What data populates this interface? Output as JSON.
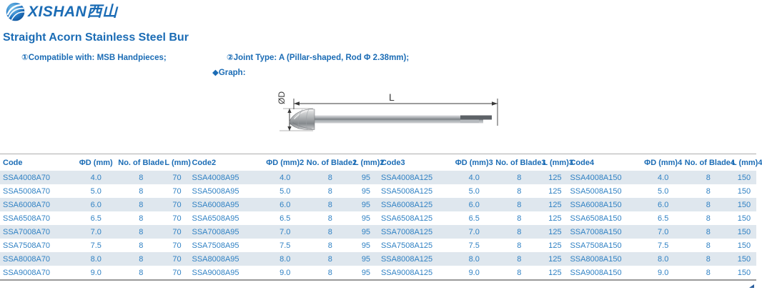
{
  "logo": {
    "text": "XISHAN西山",
    "icon": "globe-swoosh-icon"
  },
  "title": "Straight Acorn Stainless Steel Bur",
  "notes": {
    "compatible": "①Compatible with: MSB Handpieces;",
    "joint": "②Joint Type: A (Pillar-shaped, Rod Φ 2.38mm);",
    "graph": "◆Graph:"
  },
  "diagram": {
    "diameter_label": "ØD",
    "length_label": "L"
  },
  "table": {
    "headers": [
      "Code",
      "ΦD (mm)",
      "No. of Blade",
      "L (mm)",
      "Code2",
      "ΦD (mm)2",
      "No. of Blade2",
      "L (mm)2",
      "Code3",
      "ΦD (mm)3",
      "No. of Blade3",
      "L (mm)3",
      "Code4",
      "ΦD (mm)4",
      "No. of Blade4",
      "L (mm)4"
    ],
    "rows": [
      [
        "SSA4008A70",
        "4.0",
        "8",
        "70",
        "SSA4008A95",
        "4.0",
        "8",
        "95",
        "SSA4008A125",
        "4.0",
        "8",
        "125",
        "SSA4008A150",
        "4.0",
        "8",
        "150"
      ],
      [
        "SSA5008A70",
        "5.0",
        "8",
        "70",
        "SSA5008A95",
        "5.0",
        "8",
        "95",
        "SSA5008A125",
        "5.0",
        "8",
        "125",
        "SSA5008A150",
        "5.0",
        "8",
        "150"
      ],
      [
        "SSA6008A70",
        "6.0",
        "8",
        "70",
        "SSA6008A95",
        "6.0",
        "8",
        "95",
        "SSA6008A125",
        "6.0",
        "8",
        "125",
        "SSA6008A150",
        "6.0",
        "8",
        "150"
      ],
      [
        "SSA6508A70",
        "6.5",
        "8",
        "70",
        "SSA6508A95",
        "6.5",
        "8",
        "95",
        "SSA6508A125",
        "6.5",
        "8",
        "125",
        "SSA6508A150",
        "6.5",
        "8",
        "150"
      ],
      [
        "SSA7008A70",
        "7.0",
        "8",
        "70",
        "SSA7008A95",
        "7.0",
        "8",
        "95",
        "SSA7008A125",
        "7.0",
        "8",
        "125",
        "SSA7008A150",
        "7.0",
        "8",
        "150"
      ],
      [
        "SSA7508A70",
        "7.5",
        "8",
        "70",
        "SSA7508A95",
        "7.5",
        "8",
        "95",
        "SSA7508A125",
        "7.5",
        "8",
        "125",
        "SSA7508A150",
        "7.5",
        "8",
        "150"
      ],
      [
        "SSA8008A70",
        "8.0",
        "8",
        "70",
        "SSA8008A95",
        "8.0",
        "8",
        "95",
        "SSA8008A125",
        "8.0",
        "8",
        "125",
        "SSA8008A150",
        "8.0",
        "8",
        "150"
      ],
      [
        "SSA9008A70",
        "9.0",
        "8",
        "70",
        "SSA9008A95",
        "9.0",
        "8",
        "95",
        "SSA9008A125",
        "9.0",
        "8",
        "125",
        "SSA9008A150",
        "9.0",
        "8",
        "150"
      ]
    ]
  },
  "colors": {
    "brand_blue": "#1b6cb5",
    "table_text": "#3182c4",
    "row_shade": "#dfe7ee",
    "logo_sphere_dark": "#0d4f97",
    "logo_sphere_light": "#7cc4ea",
    "drawing_line": "#3a3a3a"
  }
}
